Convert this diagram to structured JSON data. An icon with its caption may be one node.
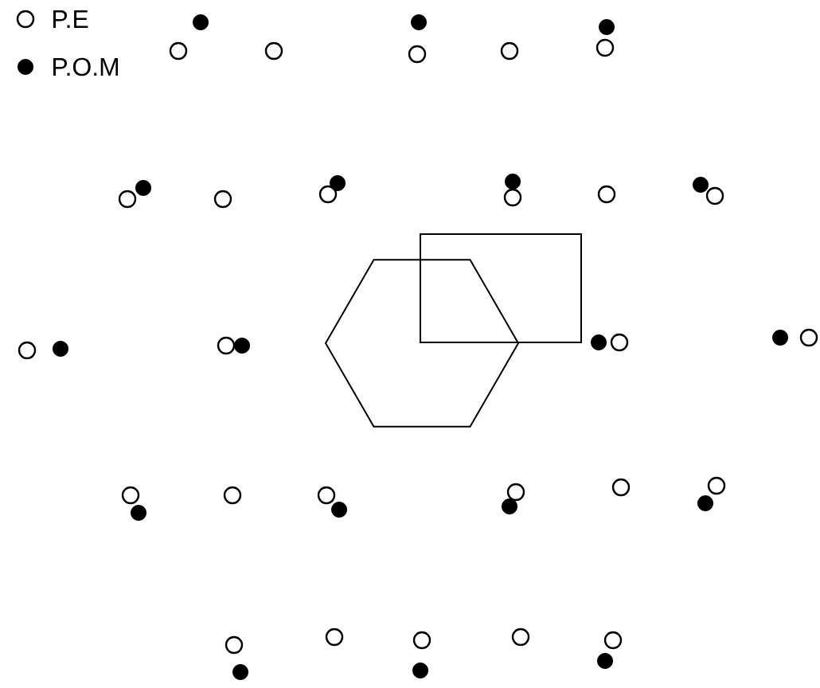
{
  "diagram": {
    "nodes": [
      {
        "text": [],
        "shape": "hexagon"
      },
      {
        "text": [],
        "shape": "box"
      }
    ],
    "legend": [
      {
        "text": "P.E"
      },
      {
        "text": "P.O.M"
      }
    ]
  }
}
